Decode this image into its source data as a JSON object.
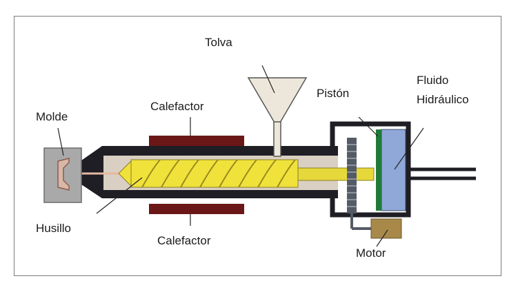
{
  "labels": {
    "tolva": "Tolva",
    "piston": "Pistón",
    "fluido_line1": "Fluido",
    "fluido_line2": "Hidráulico",
    "calefactor_top": "Calefactor",
    "molde": "Molde",
    "husillo": "Husillo",
    "calefactor_bottom": "Calefactor",
    "motor": "Motor"
  },
  "colors": {
    "barrel": "#1e1e24",
    "barrel_inner": "#d9cfc2",
    "screw": "#f0e23a",
    "screw_shaft": "#e6d83a",
    "heater": "#6b1717",
    "mold": "#a9a9a9",
    "mold_inner": "#d7b7a8",
    "hopper": "#ece7da",
    "piston": "#1f7a38",
    "fluid": "#8fa8d8",
    "motor": "#a8894a",
    "gear": "#555b66"
  }
}
